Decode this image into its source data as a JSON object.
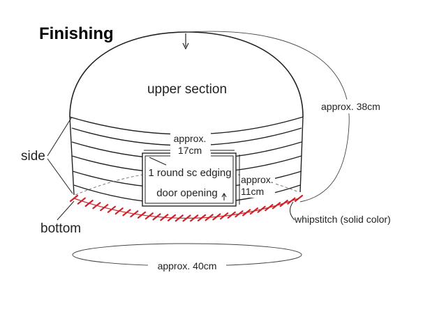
{
  "title": "Finishing",
  "labels": {
    "upper_section": "upper section",
    "circumference_top": "approx. 38cm",
    "side": "side",
    "bottom": "bottom",
    "door_width_line1": "approx.",
    "door_width_line2": "17cm",
    "door_edging": "1 round sc edging",
    "door_opening": "door opening",
    "door_height_line1": "approx.",
    "door_height_line2": "11cm",
    "whipstitch": "whipstitch (solid color)",
    "base_circumference": "approx. 40cm"
  },
  "colors": {
    "line": "#222222",
    "whipstitch": "#d0202a",
    "background": "#ffffff"
  }
}
